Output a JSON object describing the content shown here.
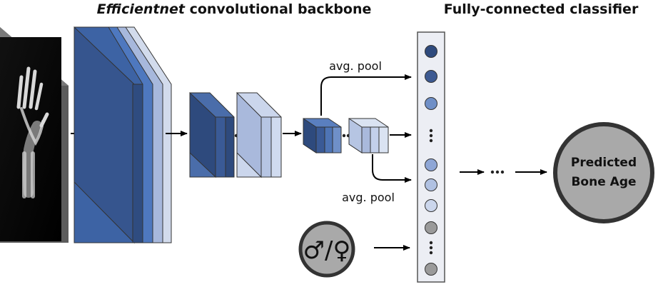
{
  "titles": {
    "backbone_italic": "Efficientnet",
    "backbone_rest": " convolutional backbone",
    "classifier": "Fully-connected classifier"
  },
  "labels": {
    "pool_top": "avg. pool",
    "pool_bottom": "avg. pool",
    "output_line1": "Predicted",
    "output_line2": "Bone Age",
    "sex_symbol": "♂/♀"
  },
  "icons": {
    "input": "hand-xray-image",
    "sex": "male-female-symbol"
  },
  "colors": {
    "dark_blue": "#2e4a7d",
    "mid_blue": "#4a74bd",
    "light_blue": "#a9b9dc",
    "pale_blue": "#c9d5ea",
    "grey_node": "#9a9a9a",
    "output_fill": "#a9a9a9",
    "column_fill": "#eceef4"
  }
}
